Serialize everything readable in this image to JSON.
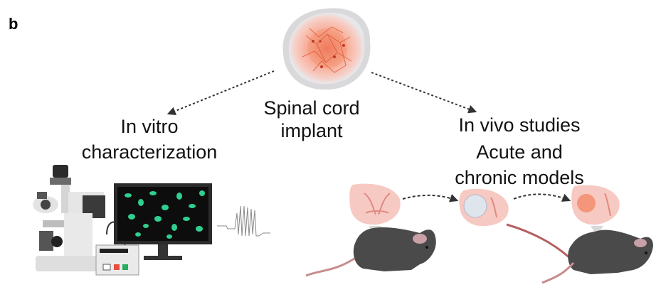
{
  "panel_letter": "b",
  "center": {
    "line1": "Spinal cord",
    "line2": "implant"
  },
  "left": {
    "line1": "In vitro",
    "line2": "characterization"
  },
  "right": {
    "line1": "In vivo studies",
    "line2": "Acute and",
    "line3": "chronic models"
  },
  "colors": {
    "implant_outer": "#f08a7a",
    "implant_core": "#f26a4f",
    "cord_tissue": "#f7c9c3",
    "mouse": "#4a4a4a",
    "cells": "#2fcf8f",
    "arrow": "#333333"
  }
}
